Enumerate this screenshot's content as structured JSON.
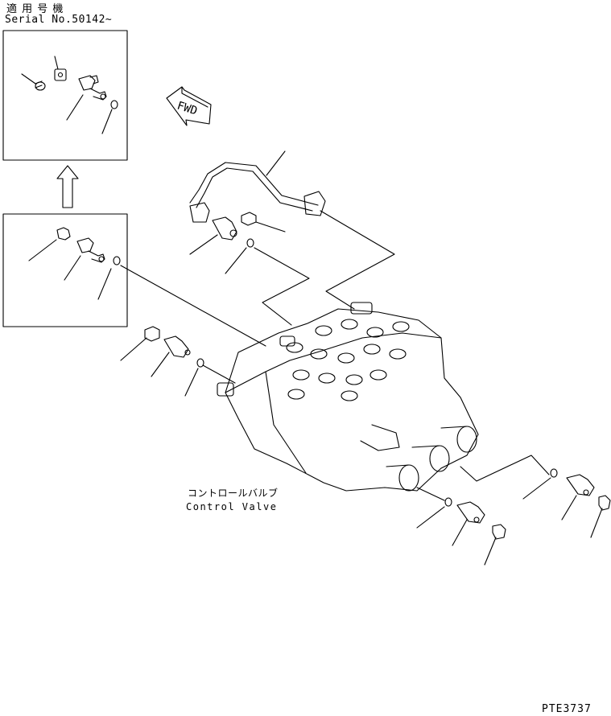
{
  "header": {
    "applicable_jp": "適 用 号 機",
    "serial": "Serial No.50142∼"
  },
  "direction_marker": {
    "text": "FWD"
  },
  "component_label": {
    "jp": "コントロールバルブ",
    "en": "Control Valve"
  },
  "drawing_code": "PTE3737",
  "colors": {
    "ink": "#000000",
    "paper": "#ffffff"
  }
}
